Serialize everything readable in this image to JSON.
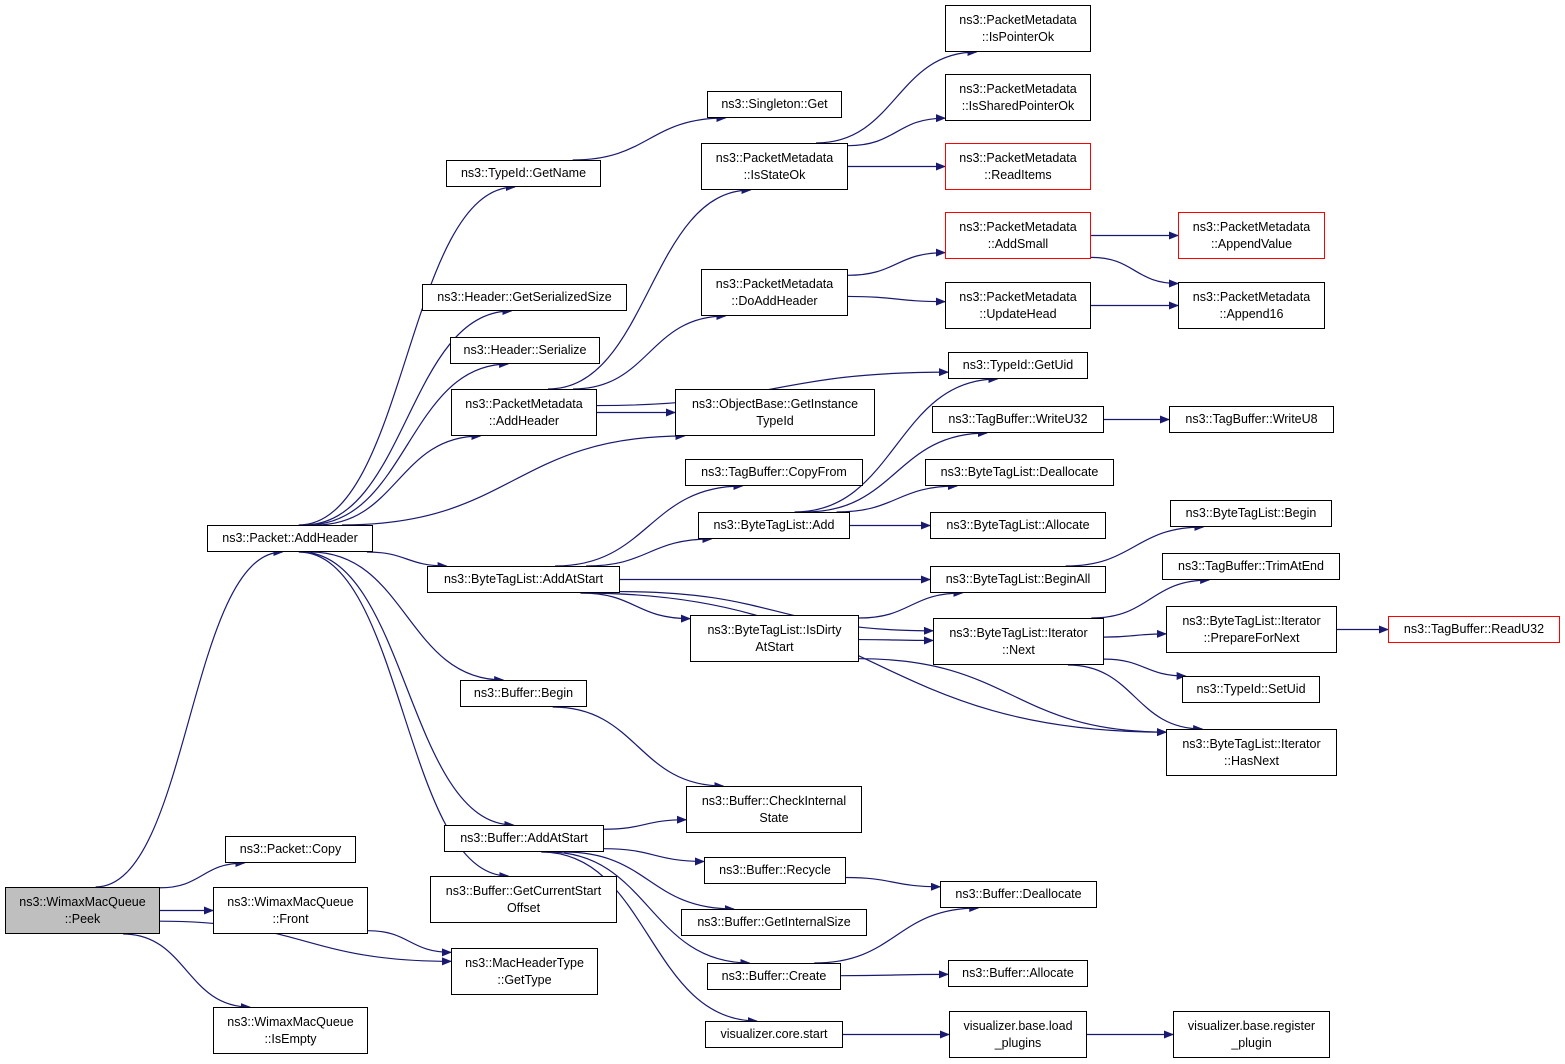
{
  "colors": {
    "edge": "#191970",
    "node_border": "#000000",
    "incomplete_border": "#ff0000",
    "root_fill": "#bfbfbf"
  },
  "nodes": {
    "peek": {
      "lines": [
        "ns3::WimaxMacQueue",
        "::Peek"
      ],
      "root": true
    },
    "addheader": {
      "lines": [
        "ns3::Packet::AddHeader"
      ]
    },
    "copy": {
      "lines": [
        "ns3::Packet::Copy"
      ]
    },
    "front": {
      "lines": [
        "ns3::WimaxMacQueue",
        "::Front"
      ]
    },
    "isempty": {
      "lines": [
        "ns3::WimaxMacQueue",
        "::IsEmpty"
      ]
    },
    "gettype": {
      "lines": [
        "ns3::MacHeaderType",
        "::GetType"
      ]
    },
    "typeidgetname": {
      "lines": [
        "ns3::TypeId::GetName"
      ]
    },
    "getserializedsize": {
      "lines": [
        "ns3::Header::GetSerializedSize"
      ]
    },
    "serialize": {
      "lines": [
        "ns3::Header::Serialize"
      ]
    },
    "pm_addheader": {
      "lines": [
        "ns3::PacketMetadata",
        "::AddHeader"
      ]
    },
    "btl_addatstart": {
      "lines": [
        "ns3::ByteTagList::AddAtStart"
      ]
    },
    "buf_begin": {
      "lines": [
        "ns3::Buffer::Begin"
      ]
    },
    "buf_addatstart": {
      "lines": [
        "ns3::Buffer::AddAtStart"
      ]
    },
    "buf_getcurrentstartoffset": {
      "lines": [
        "ns3::Buffer::GetCurrentStart",
        "Offset"
      ]
    },
    "singleton_get": {
      "lines": [
        "ns3::Singleton::Get"
      ]
    },
    "pm_isstateok": {
      "lines": [
        "ns3::PacketMetadata",
        "::IsStateOk"
      ]
    },
    "pm_doaddheader": {
      "lines": [
        "ns3::PacketMetadata",
        "::DoAddHeader"
      ]
    },
    "getinstancetypeid": {
      "lines": [
        "ns3::ObjectBase::GetInstance",
        "TypeId"
      ]
    },
    "tb_copyfrom": {
      "lines": [
        "ns3::TagBuffer::CopyFrom"
      ]
    },
    "btl_add": {
      "lines": [
        "ns3::ByteTagList::Add"
      ]
    },
    "btl_isdirtyatstart": {
      "lines": [
        "ns3::ByteTagList::IsDirty",
        "AtStart"
      ]
    },
    "buf_checkinternalstate": {
      "lines": [
        "ns3::Buffer::CheckInternal",
        "State"
      ]
    },
    "buf_recycle": {
      "lines": [
        "ns3::Buffer::Recycle"
      ]
    },
    "buf_getinternalsize": {
      "lines": [
        "ns3::Buffer::GetInternalSize"
      ]
    },
    "buf_create": {
      "lines": [
        "ns3::Buffer::Create"
      ]
    },
    "viz_core_start": {
      "lines": [
        "visualizer.core.start"
      ]
    },
    "pm_ispointerok": {
      "lines": [
        "ns3::PacketMetadata",
        "::IsPointerOk"
      ]
    },
    "pm_issharedpointerok": {
      "lines": [
        "ns3::PacketMetadata",
        "::IsSharedPointerOk"
      ]
    },
    "pm_readitems": {
      "lines": [
        "ns3::PacketMetadata",
        "::ReadItems"
      ],
      "incomplete": true
    },
    "pm_addsmall": {
      "lines": [
        "ns3::PacketMetadata",
        "::AddSmall"
      ],
      "incomplete": true
    },
    "pm_updatehead": {
      "lines": [
        "ns3::PacketMetadata",
        "::UpdateHead"
      ]
    },
    "typeid_getuid": {
      "lines": [
        "ns3::TypeId::GetUid"
      ]
    },
    "tb_writeu32": {
      "lines": [
        "ns3::TagBuffer::WriteU32"
      ]
    },
    "btl_deallocate": {
      "lines": [
        "ns3::ByteTagList::Deallocate"
      ]
    },
    "btl_allocate": {
      "lines": [
        "ns3::ByteTagList::Allocate"
      ]
    },
    "btl_beginall": {
      "lines": [
        "ns3::ByteTagList::BeginAll"
      ]
    },
    "btl_iter_next": {
      "lines": [
        "ns3::ByteTagList::Iterator",
        "::Next"
      ]
    },
    "buf_deallocate": {
      "lines": [
        "ns3::Buffer::Deallocate"
      ]
    },
    "buf_allocate": {
      "lines": [
        "ns3::Buffer::Allocate"
      ]
    },
    "viz_load_plugins": {
      "lines": [
        "visualizer.base.load",
        "_plugins"
      ]
    },
    "pm_appendvalue": {
      "lines": [
        "ns3::PacketMetadata",
        "::AppendValue"
      ],
      "incomplete": true
    },
    "pm_append16": {
      "lines": [
        "ns3::PacketMetadata",
        "::Append16"
      ]
    },
    "tb_writeu8": {
      "lines": [
        "ns3::TagBuffer::WriteU8"
      ]
    },
    "btl_begin": {
      "lines": [
        "ns3::ByteTagList::Begin"
      ]
    },
    "tb_trimatend": {
      "lines": [
        "ns3::TagBuffer::TrimAtEnd"
      ]
    },
    "btl_iter_preparefornext": {
      "lines": [
        "ns3::ByteTagList::Iterator",
        "::PrepareForNext"
      ]
    },
    "typeid_setuid": {
      "lines": [
        "ns3::TypeId::SetUid"
      ]
    },
    "btl_iter_hasnext": {
      "lines": [
        "ns3::ByteTagList::Iterator",
        "::HasNext"
      ]
    },
    "viz_register_plugin": {
      "lines": [
        "visualizer.base.register",
        "_plugin"
      ]
    },
    "tb_readu32": {
      "lines": [
        "ns3::TagBuffer::ReadU32"
      ],
      "incomplete": true
    }
  },
  "edges": [
    [
      "peek",
      "addheader"
    ],
    [
      "peek",
      "copy"
    ],
    [
      "peek",
      "front"
    ],
    [
      "peek",
      "gettype"
    ],
    [
      "peek",
      "isempty"
    ],
    [
      "front",
      "gettype"
    ],
    [
      "addheader",
      "typeidgetname"
    ],
    [
      "addheader",
      "getserializedsize"
    ],
    [
      "addheader",
      "serialize"
    ],
    [
      "addheader",
      "pm_addheader"
    ],
    [
      "addheader",
      "getinstancetypeid"
    ],
    [
      "addheader",
      "btl_addatstart"
    ],
    [
      "addheader",
      "buf_begin"
    ],
    [
      "addheader",
      "buf_addatstart"
    ],
    [
      "addheader",
      "buf_getcurrentstartoffset"
    ],
    [
      "typeidgetname",
      "singleton_get"
    ],
    [
      "pm_addheader",
      "pm_isstateok"
    ],
    [
      "pm_addheader",
      "pm_doaddheader"
    ],
    [
      "pm_addheader",
      "getinstancetypeid"
    ],
    [
      "pm_addheader",
      "typeid_getuid"
    ],
    [
      "pm_isstateok",
      "pm_ispointerok"
    ],
    [
      "pm_isstateok",
      "pm_issharedpointerok"
    ],
    [
      "pm_isstateok",
      "pm_readitems"
    ],
    [
      "pm_doaddheader",
      "pm_addsmall"
    ],
    [
      "pm_doaddheader",
      "pm_updatehead"
    ],
    [
      "pm_addsmall",
      "pm_appendvalue"
    ],
    [
      "pm_addsmall",
      "pm_append16"
    ],
    [
      "pm_updatehead",
      "pm_append16"
    ],
    [
      "btl_addatstart",
      "tb_copyfrom"
    ],
    [
      "btl_addatstart",
      "btl_add"
    ],
    [
      "btl_addatstart",
      "btl_beginall"
    ],
    [
      "btl_addatstart",
      "btl_isdirtyatstart"
    ],
    [
      "btl_addatstart",
      "btl_iter_next"
    ],
    [
      "btl_addatstart",
      "btl_iter_hasnext"
    ],
    [
      "btl_add",
      "typeid_getuid"
    ],
    [
      "btl_add",
      "tb_writeu32"
    ],
    [
      "btl_add",
      "btl_deallocate"
    ],
    [
      "btl_add",
      "btl_allocate"
    ],
    [
      "tb_writeu32",
      "tb_writeu8"
    ],
    [
      "btl_beginall",
      "btl_begin"
    ],
    [
      "btl_isdirtyatstart",
      "btl_beginall"
    ],
    [
      "btl_isdirtyatstart",
      "btl_iter_next"
    ],
    [
      "btl_isdirtyatstart",
      "btl_iter_hasnext"
    ],
    [
      "btl_iter_next",
      "tb_trimatend"
    ],
    [
      "btl_iter_next",
      "btl_iter_preparefornext"
    ],
    [
      "btl_iter_next",
      "typeid_setuid"
    ],
    [
      "btl_iter_next",
      "btl_iter_hasnext"
    ],
    [
      "btl_iter_preparefornext",
      "tb_readu32"
    ],
    [
      "buf_begin",
      "buf_checkinternalstate"
    ],
    [
      "buf_addatstart",
      "buf_checkinternalstate"
    ],
    [
      "buf_addatstart",
      "buf_recycle"
    ],
    [
      "buf_addatstart",
      "buf_getinternalsize"
    ],
    [
      "buf_addatstart",
      "buf_create"
    ],
    [
      "buf_addatstart",
      "viz_core_start"
    ],
    [
      "buf_recycle",
      "buf_deallocate"
    ],
    [
      "buf_create",
      "buf_deallocate"
    ],
    [
      "buf_create",
      "buf_allocate"
    ],
    [
      "viz_core_start",
      "viz_load_plugins"
    ],
    [
      "viz_load_plugins",
      "viz_register_plugin"
    ]
  ]
}
